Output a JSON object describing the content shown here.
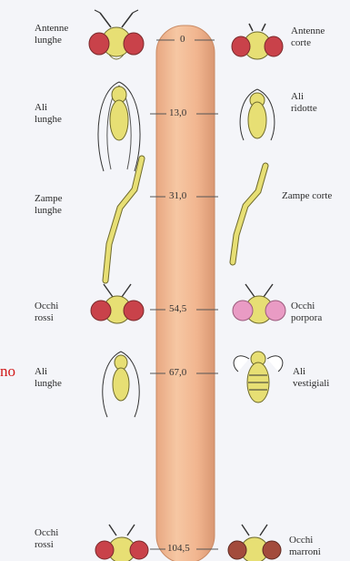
{
  "stray_text": "no",
  "markers": [
    "0",
    "13,0",
    "31,0",
    "54,5",
    "67,0",
    "104,5"
  ],
  "left_traits": [
    {
      "lines": [
        "Antenne",
        "lunghe"
      ]
    },
    {
      "lines": [
        "Ali",
        "lunghe"
      ]
    },
    {
      "lines": [
        "Zampe",
        "lunghe"
      ]
    },
    {
      "lines": [
        "Occhi",
        "rossi"
      ]
    },
    {
      "lines": [
        "Ali",
        "lunghe"
      ]
    },
    {
      "lines": [
        "Occhi",
        "rossi"
      ]
    }
  ],
  "right_traits": [
    {
      "lines": [
        "Antenne",
        "corte"
      ]
    },
    {
      "lines": [
        "Ali",
        "ridotte"
      ]
    },
    {
      "lines": [
        "Zampe corte"
      ]
    },
    {
      "lines": [
        "Occhi",
        "porpora"
      ]
    },
    {
      "lines": [
        "Ali",
        "vestigiali"
      ]
    },
    {
      "lines": [
        "Occhi",
        "marroni"
      ]
    }
  ],
  "colors": {
    "chromosome": "#f2b98f",
    "chromosome_edge": "#c98a64",
    "fly_body": "#e7df74",
    "red_eye": "#c9424a",
    "purple_eye": "#e99bc4",
    "brown_eye": "#a34b3c",
    "stray": "#d11a1a"
  }
}
